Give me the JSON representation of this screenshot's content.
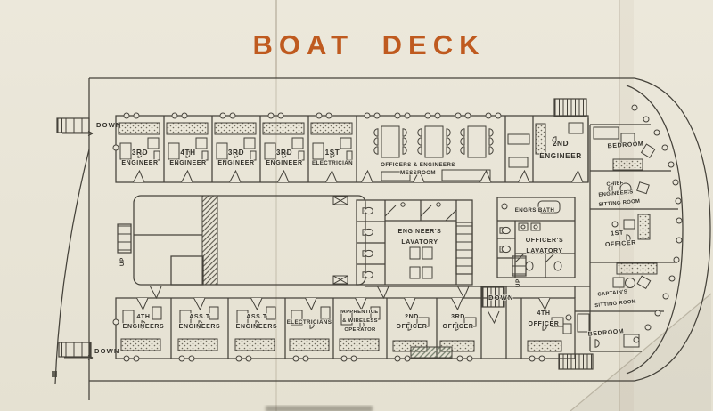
{
  "title": "BOAT DECK",
  "colors": {
    "paper": "#e9e5d8",
    "ink": "#45423a",
    "accent": "#bf5a1f"
  },
  "stairs": {
    "down_top_left": "DOWN",
    "down_bottom_left": "DOWN",
    "down_mid": "DOWN",
    "up_casing": "UP",
    "up_mid": "UP"
  },
  "rooms": {
    "top_cabins": [
      {
        "l1": "3RD",
        "l2": "ENGINEER"
      },
      {
        "l1": "4TH",
        "l2": "ENGINEER"
      },
      {
        "l1": "3RD",
        "l2": "ENGINEER"
      },
      {
        "l1": "3RD",
        "l2": "ENGINEER"
      },
      {
        "l1": "1ST",
        "l2": "ELECTRICIAN"
      }
    ],
    "messroom": {
      "l1": "OFFICERS & ENGINEERS",
      "l2": "MESSROOM"
    },
    "second_engineer": {
      "l1": "2ND",
      "l2": "ENGINEER"
    },
    "bedroom_top": {
      "l1": "BEDROOM"
    },
    "chief_sitting": {
      "l1": "CHIEF",
      "l2": "ENGINEER'S",
      "l3": "SITTING ROOM"
    },
    "engrs_bath": {
      "l1": "ENGRS BATH"
    },
    "officers_lavatory": {
      "l1": "OFFICER'S",
      "l2": "LAVATORY"
    },
    "engineers_lavatory": {
      "l1": "ENGINEER'S",
      "l2": "LAVATORY"
    },
    "first_officer": {
      "l1": "1ST",
      "l2": "OFFICER"
    },
    "captains_sitting": {
      "l1": "CAPTAIN'S",
      "l2": "SITTING ROOM"
    },
    "bedroom_bottom": {
      "l1": "BEDROOM"
    },
    "bottom_cabins": [
      {
        "l1": "4TH",
        "l2": "ENGINEERS"
      },
      {
        "l1": "ASS.T",
        "l2": "ENGINEERS"
      },
      {
        "l1": "ASS.T",
        "l2": "ENGINEERS"
      },
      {
        "l1": "ELECTRICIANS"
      },
      {
        "l1": "APPRENTICE",
        "l2": "& WIRELESS",
        "l3": "OPERATOR"
      },
      {
        "l1": "2ND",
        "l2": "OFFICER"
      },
      {
        "l1": "3RD",
        "l2": "OFFICER"
      },
      {
        "l1": "4TH",
        "l2": "OFFICER"
      }
    ]
  }
}
